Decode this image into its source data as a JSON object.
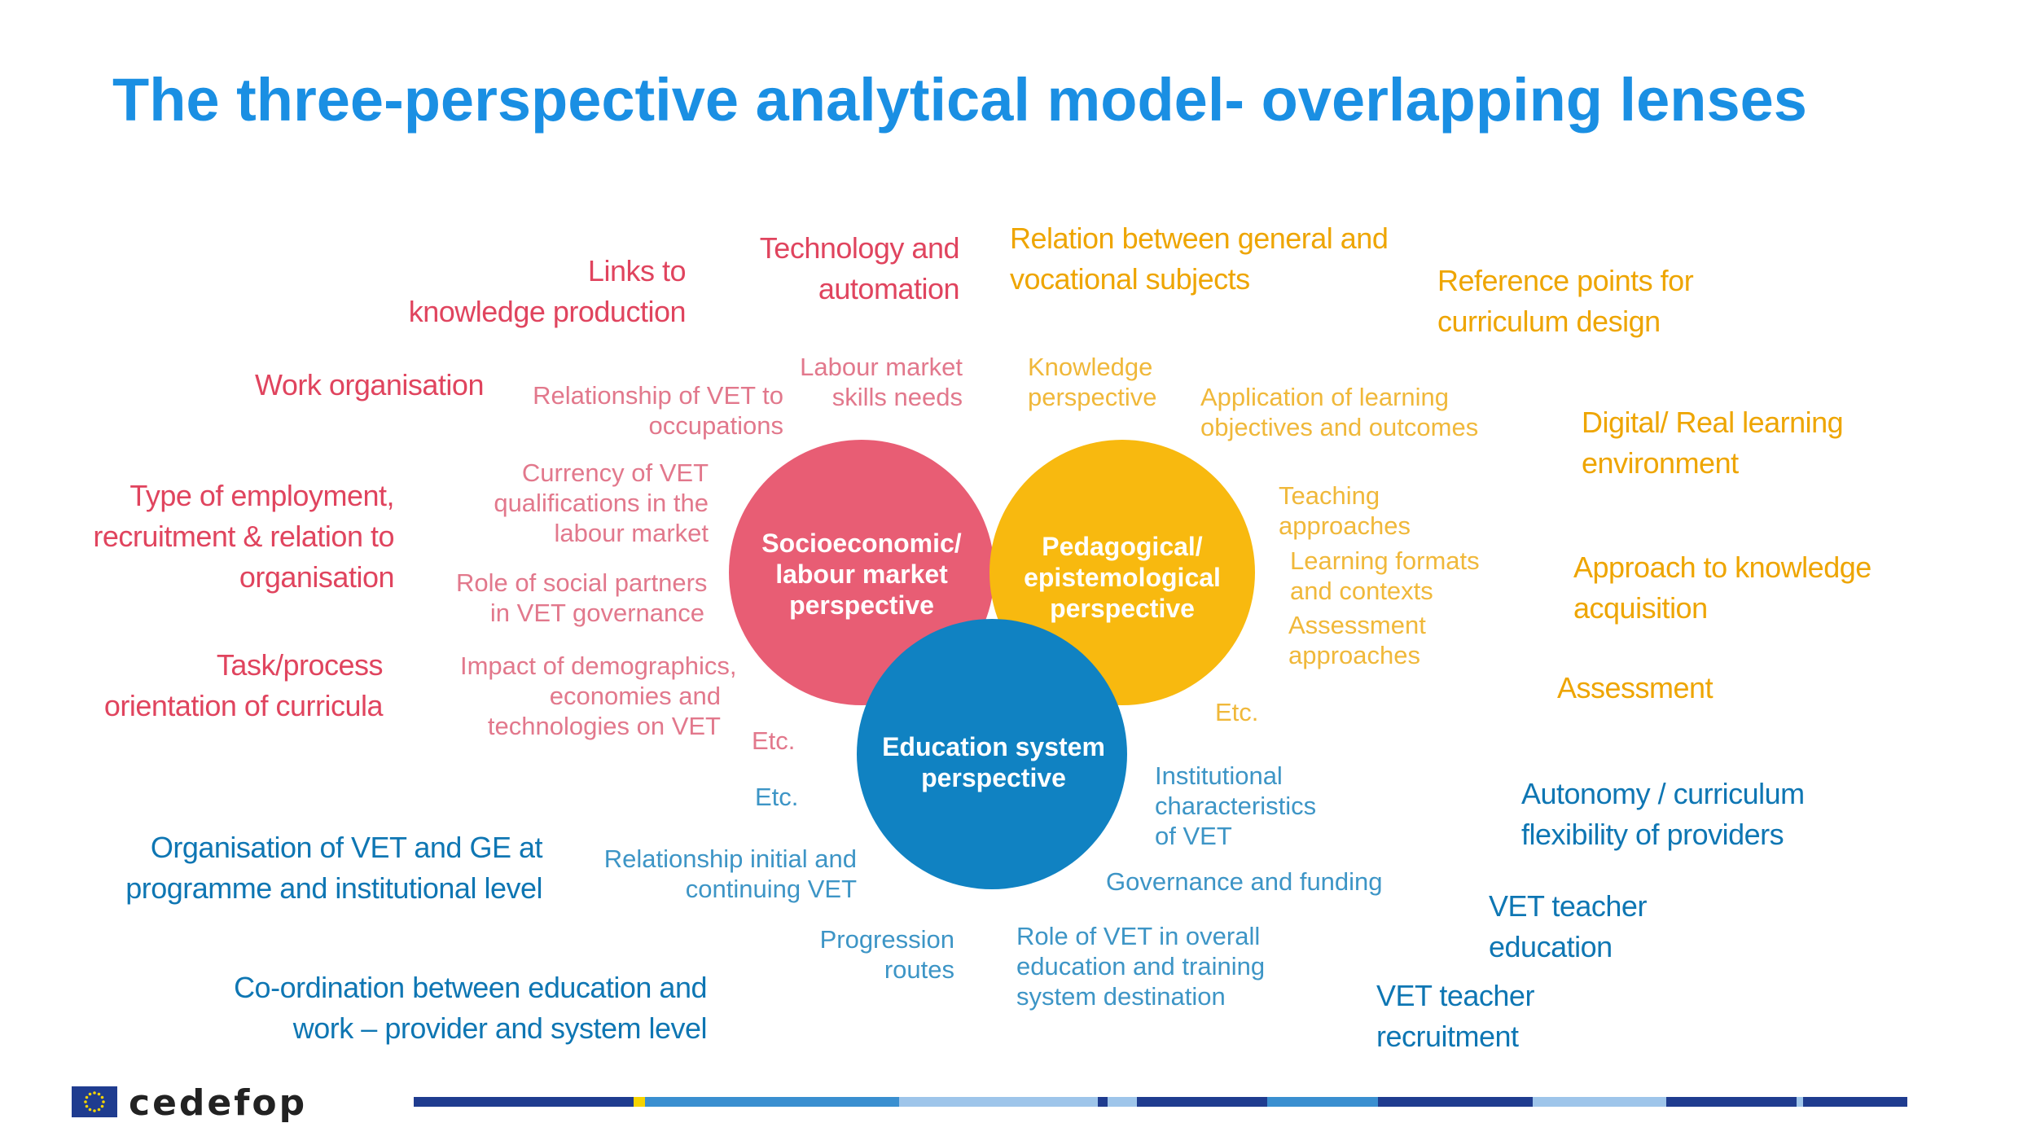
{
  "title": "The three-perspective analytical model- overlapping lenses",
  "colors": {
    "title": "#1a8fe3",
    "socioeconomic": "#e85d74",
    "pedagogical": "#f8b90f",
    "education_system": "#1082c2"
  },
  "circles": {
    "socioeconomic": [
      "Socioeconomic/",
      "labour market",
      "perspective"
    ],
    "pedagogical": [
      "Pedagogical/",
      "epistemological",
      "perspective"
    ],
    "education_system": [
      "Education system",
      "perspective"
    ]
  },
  "lens_labels": {
    "relationship_occupations": [
      "Relationship of VET to",
      "occupations"
    ],
    "labour_market_skills": [
      "Labour market",
      "skills needs"
    ],
    "knowledge_perspective": [
      "Knowledge",
      "perspective"
    ],
    "application_objectives": [
      "Application of learning",
      "objectives and outcomes"
    ],
    "currency_qualifications": [
      "Currency of VET",
      "qualifications in the",
      "labour market"
    ],
    "teaching_approaches": [
      "Teaching",
      "approaches"
    ],
    "learning_formats": [
      "Learning formats",
      "and contexts"
    ],
    "assessment_approaches": [
      "Assessment",
      "approaches"
    ],
    "social_partners": [
      "Role of social partners",
      "in VET governance"
    ],
    "impact_demographics": [
      "Impact of demographics,",
      "economies and",
      "technologies on VET"
    ],
    "etc_red": "Etc.",
    "etc_yellow": "Etc.",
    "etc_blue": "Etc.",
    "institutional_characteristics": [
      "Institutional",
      "characteristics",
      "of VET"
    ],
    "relationship_initial": [
      "Relationship initial and",
      "continuing VET"
    ],
    "governance_funding": "Governance and funding",
    "progression_routes": [
      "Progression",
      "routes"
    ],
    "role_of_vet": [
      "Role of VET in overall",
      "education and training",
      "system destination"
    ]
  },
  "outer_labels": {
    "links_knowledge": [
      "Links to",
      "knowledge production"
    ],
    "technology_automation": [
      "Technology and",
      "automation"
    ],
    "relation_general_vocational": [
      "Relation between general and",
      "vocational subjects"
    ],
    "reference_points": [
      "Reference points for",
      "curriculum design"
    ],
    "work_organisation": "Work organisation",
    "digital_real": [
      "Digital/ Real learning",
      "environment"
    ],
    "type_of_employment": [
      "Type of employment,",
      "recruitment & relation to",
      "organisation"
    ],
    "approach_knowledge": [
      "Approach to knowledge",
      "acquisition"
    ],
    "task_process": [
      "Task/process",
      "orientation of curricula"
    ],
    "assessment": "Assessment",
    "autonomy": [
      "Autonomy / curriculum",
      "flexibility of providers"
    ],
    "organisation_vet_ge": [
      "Organisation of VET and GE at",
      "programme and institutional level"
    ],
    "vet_teacher_education": [
      "VET teacher",
      "education"
    ],
    "coordination": [
      "Co-ordination between education and",
      "work – provider and system level"
    ],
    "vet_teacher_recruitment": [
      "VET teacher",
      "recruitment"
    ]
  },
  "footer": {
    "logo_text": "cedefop",
    "bar_colors": [
      "#1f3c8f",
      "#f6d400",
      "#3a8fd0",
      "#9ec5ea",
      "#1f3c8f",
      "#9ec5ea",
      "#1f3c8f",
      "#3a8fd0",
      "#1f3c8f",
      "#9ec5ea",
      "#1f3c8f",
      "#9ec5ea",
      "#1f3c8f"
    ]
  }
}
